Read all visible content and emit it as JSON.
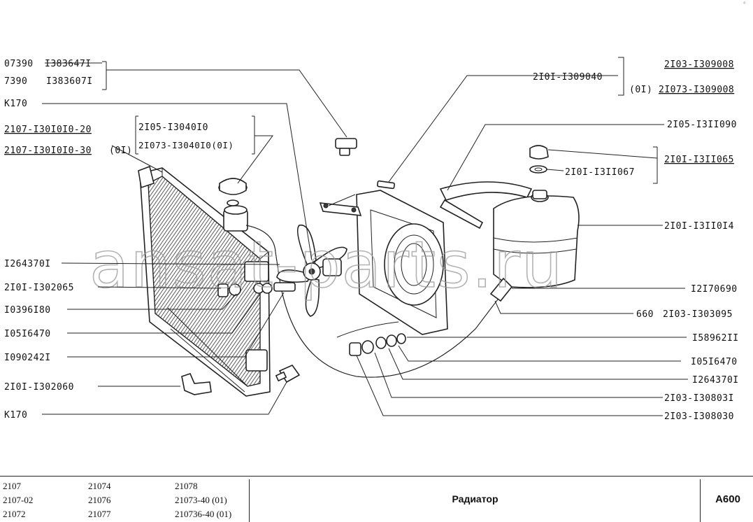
{
  "corner_mark": "°",
  "watermark": "ansat-parts.ru",
  "labels": {
    "l07390": "07390",
    "l1383647": "I383647I",
    "l7390": "7390",
    "l1383607": "I383607I",
    "k170_top": "K170",
    "l2107_1301010_20": "2107-I30I0I0-20",
    "l2107_1301010_30": "2107-I30I0I0-30",
    "suffix_01_a": "(0I)",
    "l2105_1304010": "2I05-I3040I0",
    "l21073_1304010": "2I073-I3040I0(0I)",
    "l2101_1309040": "2I0I-I309040",
    "l2103_1309008": "2I03-I309008",
    "suffix_01_b": "(0I)",
    "l21073_1309008": "2I073-I309008",
    "l2105_1311090": "2I05-I3II090",
    "l2101_1311065": "2I0I-I3II065",
    "l2101_1311067": "2I0I-I3II067",
    "l2101_1311014": "2I0I-I3II0I4",
    "l1264370_left": "I264370I",
    "l2101_1302065": "2I0I-I302065",
    "l1039618": "I0396I80",
    "l1051647_left": "I05I6470",
    "l1090242": "I090242I",
    "l2101_1302060": "2I0I-I302060",
    "k170_bottom": "K170",
    "l1217069": "I2I70690",
    "l660": "660",
    "l2103_1303095": "2I03-I303095",
    "l1589621": "I58962II",
    "l1051647_right": "I05I6470",
    "l1264370_right": "I264370I",
    "l2103_1308031": "2I03-I30803I",
    "l2103_1308030": "2I03-I308030"
  },
  "footer": {
    "models": [
      [
        "2107",
        "21074",
        "21078"
      ],
      [
        "2107-02",
        "21076",
        "21073-40 (01)"
      ],
      [
        "21072",
        "21077",
        "210736-40 (01)"
      ]
    ],
    "title": "Радиатор",
    "code": "A600"
  }
}
